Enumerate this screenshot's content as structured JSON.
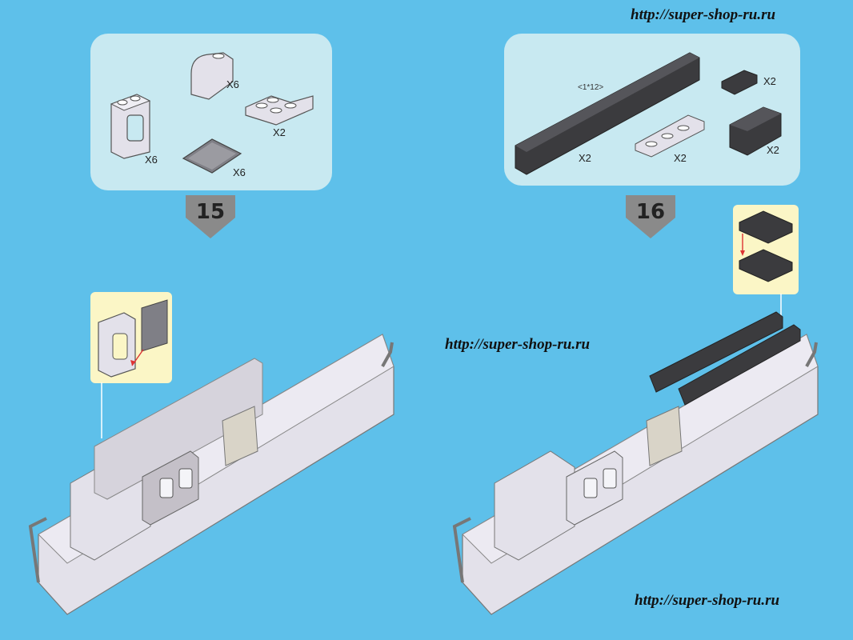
{
  "watermarks": {
    "top_right": "http://super-shop-ru.ru",
    "middle": "http://super-shop-ru.ru",
    "bottom_right": "http://super-shop-ru.ru"
  },
  "step15": {
    "number": "15",
    "parts": [
      {
        "name": "window-frame",
        "qty": "X6"
      },
      {
        "name": "arch-slope",
        "qty": "X6"
      },
      {
        "name": "corner-plate",
        "qty": "X2"
      },
      {
        "name": "window-glass",
        "qty": "X6"
      }
    ]
  },
  "step16": {
    "number": "16",
    "parts": [
      {
        "name": "long-brick",
        "label": "<1*12>",
        "qty": "X2"
      },
      {
        "name": "small-brick",
        "qty": "X2"
      },
      {
        "name": "flat-plate",
        "qty": "X2"
      },
      {
        "name": "dark-block",
        "qty": "X2"
      }
    ]
  },
  "colors": {
    "background": "#5ec0ea",
    "parts_box": "#c8e9f1",
    "callout": "#fbf6c6",
    "dark_brick": "#3b3b3e",
    "light_brick": "#e3e1ea",
    "arrow": "#8a8a8a"
  }
}
